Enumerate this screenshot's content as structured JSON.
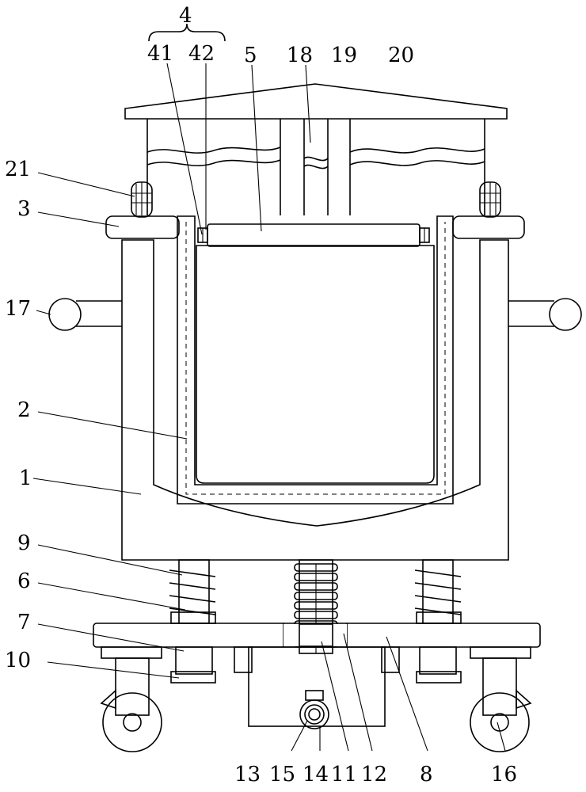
{
  "labels": {
    "l4": "4",
    "l41": "41",
    "l42": "42",
    "l5": "5",
    "l18": "18",
    "l19": "19",
    "l20": "20",
    "l21": "21",
    "l3": "3",
    "l17": "17",
    "l2": "2",
    "l1": "1",
    "l9": "9",
    "l6": "6",
    "l7": "7",
    "l10": "10",
    "l13": "13",
    "l15": "15",
    "l14": "14",
    "l11": "11",
    "l12": "12",
    "l8": "8",
    "l16": "16"
  }
}
